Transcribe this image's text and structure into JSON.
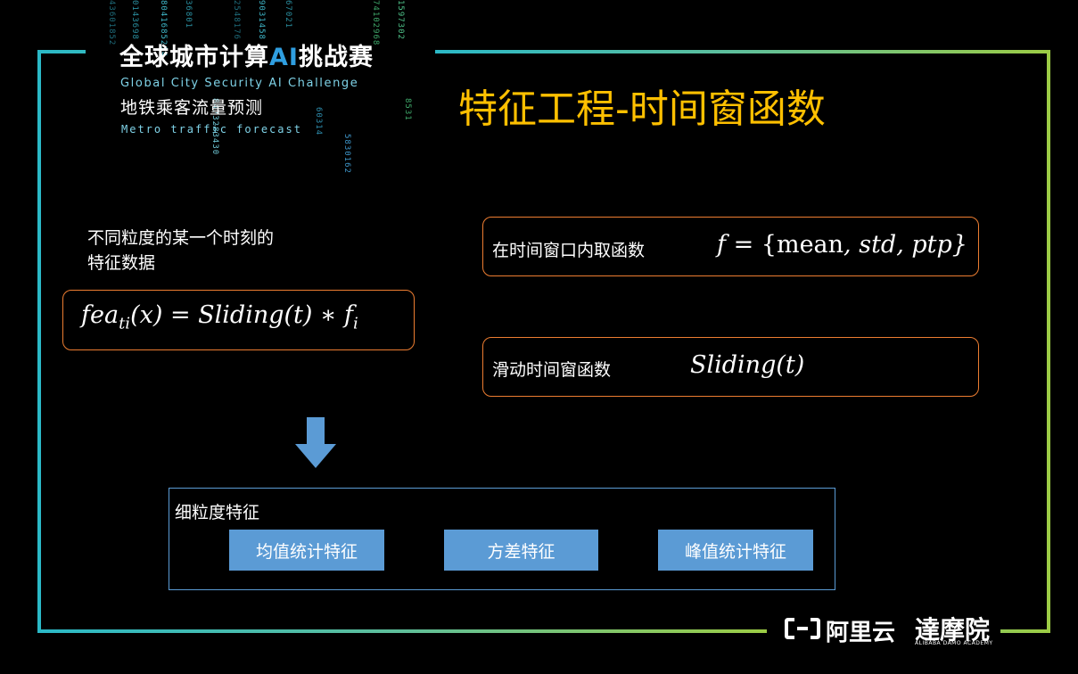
{
  "header": {
    "title_prefix": "全球城市计算",
    "title_ai": "AI",
    "title_suffix": "挑战赛",
    "title_en": "Global City Security AI Challenge",
    "subtitle": "地铁乘客流量预测",
    "subtitle_en": "Metro traffic forecast"
  },
  "slide_title": "特征工程-时间窗函数",
  "left": {
    "caption_line1": "不同粒度的某一个时刻的",
    "caption_line2": "特征数据",
    "formula_name": "fea",
    "formula_sub": "ti",
    "formula_rest": "(x) = Sliding(t) ∗ f",
    "formula_f_sub": "i"
  },
  "right": {
    "box1_label": "在时间窗口内取函数",
    "box1_formula_f": "f",
    "box1_formula_mid": " = {",
    "box1_formula_mean": "mean",
    "box1_formula_rest": ", std, ptp}",
    "box2_label": "滑动时间窗函数",
    "box2_formula": "Sliding(t)"
  },
  "group": {
    "label": "细粒度特征",
    "features": [
      "均值统计特征",
      "方差特征",
      "峰值统计特征"
    ]
  },
  "footer": {
    "brand_cn": "阿里云",
    "academy_cn": "達摩院",
    "academy_en": "ALIBABA DAMO ACADEMY"
  },
  "colors": {
    "title": "#ffc000",
    "box_border": "#ed7d31",
    "feature_fill": "#5b9bd5",
    "arrow": "#5b9bd5",
    "frame_start": "#2bb9c7",
    "frame_end": "#9ccc45"
  },
  "icons": {
    "down_arrow": "down-arrow-icon",
    "aliyun_logo": "aliyun-logo-icon"
  }
}
